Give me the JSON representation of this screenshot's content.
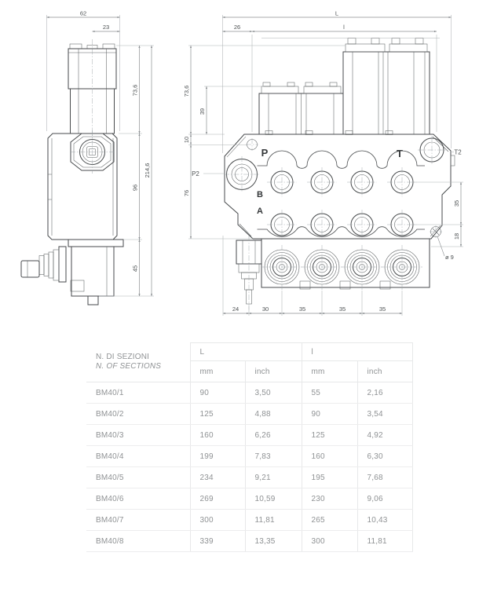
{
  "colors": {
    "part_line": "#474a4c",
    "dimension_line": "#8b8f92",
    "dimension_text": "#4c5052",
    "table_text": "#8f9294",
    "table_border": "#e7e8e9",
    "background": "#ffffff"
  },
  "drawing": {
    "left_view": {
      "dim_62": "62",
      "dim_23": "23",
      "dim_73_6": "73,6",
      "dim_96": "96",
      "dim_45": "45",
      "dim_214_6": "214,6"
    },
    "right_view": {
      "dim_L": "L",
      "dim_26": "26",
      "dim_l": "l",
      "dim_73_6": "73,6",
      "dim_39": "39",
      "dim_10": "10",
      "dim_76": "76",
      "dim_35_vert": "35",
      "dim_18": "18",
      "dim_hole": "ø 9",
      "dim_24": "24",
      "dim_30": "30",
      "dim_35_a": "35",
      "dim_35_b": "35",
      "dim_35_c": "35",
      "port_P": "P",
      "port_T": "T",
      "port_P2": "P2",
      "port_T2": "T2",
      "port_B": "B",
      "port_A": "A"
    }
  },
  "table": {
    "header": {
      "sections_it": "N. DI SEZIONI",
      "sections_en": "N. OF SECTIONS",
      "group_L": "L",
      "group_l": "l",
      "mm": "mm",
      "inch": "inch"
    },
    "rows": [
      [
        "BM40/1",
        "90",
        "3,50",
        "55",
        "2,16"
      ],
      [
        "BM40/2",
        "125",
        "4,88",
        "90",
        "3,54"
      ],
      [
        "BM40/3",
        "160",
        "6,26",
        "125",
        "4,92"
      ],
      [
        "BM40/4",
        "199",
        "7,83",
        "160",
        "6,30"
      ],
      [
        "BM40/5",
        "234",
        "9,21",
        "195",
        "7,68"
      ],
      [
        "BM40/6",
        "269",
        "10,59",
        "230",
        "9,06"
      ],
      [
        "BM40/7",
        "300",
        "11,81",
        "265",
        "10,43"
      ],
      [
        "BM40/8",
        "339",
        "13,35",
        "300",
        "11,81"
      ]
    ]
  }
}
